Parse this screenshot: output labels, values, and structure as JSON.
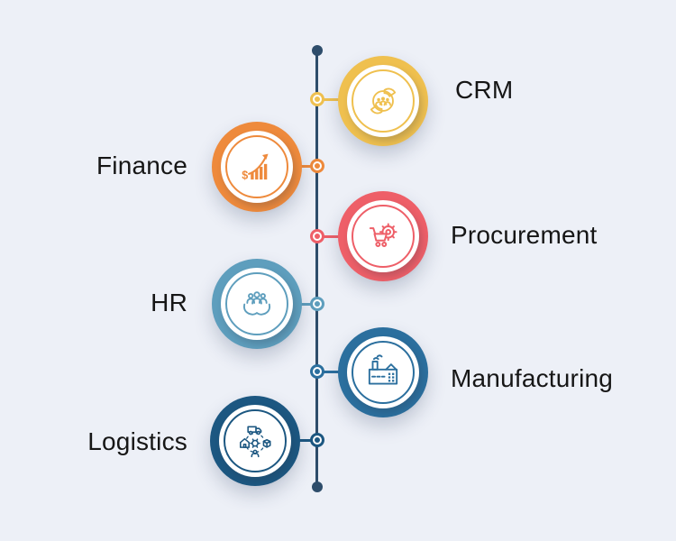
{
  "canvas": {
    "background": "#edf0f7",
    "line_color": "#2e4d6b",
    "text_color": "#161616"
  },
  "timeline": {
    "items": [
      {
        "label": "CRM",
        "side": "right",
        "color": "#efc04f",
        "icon": "customer-hands-icon"
      },
      {
        "label": "Finance",
        "side": "left",
        "color": "#ee8a3c",
        "icon": "growth-chart-icon"
      },
      {
        "label": "Procurement",
        "side": "right",
        "color": "#ee5f68",
        "icon": "cart-gear-icon"
      },
      {
        "label": "HR",
        "side": "left",
        "color": "#5e9ebd",
        "icon": "hands-people-icon"
      },
      {
        "label": "Manufacturing",
        "side": "right",
        "color": "#2b6f9e",
        "icon": "factory-icon"
      },
      {
        "label": "Logistics",
        "side": "left",
        "color": "#1c5781",
        "icon": "supply-chain-cycle-icon"
      }
    ]
  }
}
